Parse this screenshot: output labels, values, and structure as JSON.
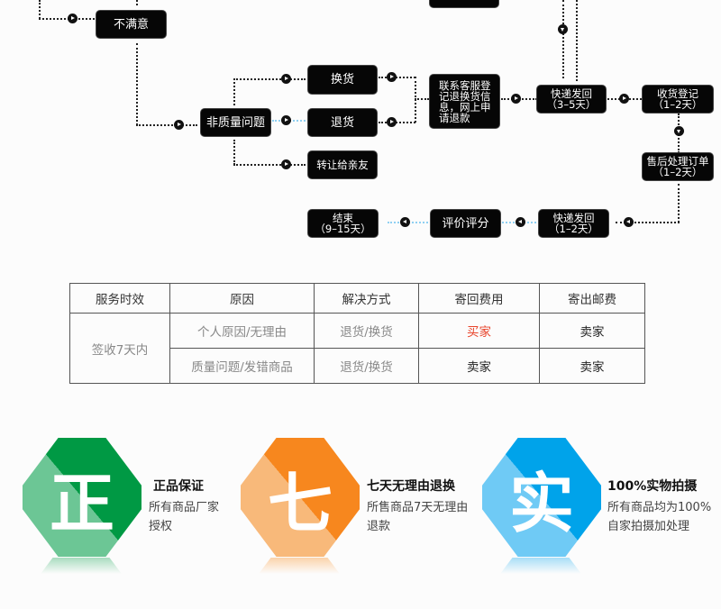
{
  "flow": {
    "unsatisfied": "不满意",
    "non_quality": "非质量问题",
    "exchange": "换货",
    "return": "退货",
    "transfer": "转让给亲友",
    "contact": "联系客服登\n记退换货信\n息，网上申\n请退款",
    "ship_back": "快递发回\n（3–5天）",
    "receive": "收货登记\n（1–2天）",
    "process": "售后处理订单\n（1–2天）",
    "ship_out": "快递发回\n（1–2天）",
    "rate": "评价评分",
    "end": "结束\n（9–15天）"
  },
  "table": {
    "headers": [
      "服务时效",
      "原因",
      "解决方式",
      "寄回费用",
      "寄出邮费"
    ],
    "period": "签收7天内",
    "rows": [
      {
        "reason": "个人原因/无理由",
        "solution": "退货/换货",
        "return_fee": "买家",
        "ship_fee": "卖家"
      },
      {
        "reason": "质量问题/发错商品",
        "solution": "退货/换货",
        "return_fee": "卖家",
        "ship_fee": "卖家"
      }
    ]
  },
  "badges": [
    {
      "glyph": "正",
      "title": "正品保证",
      "desc": "所有商品厂家授权",
      "light": "#6cc695",
      "dark": "#009944"
    },
    {
      "glyph": "七",
      "title": "七天无理由退换",
      "desc": "所售商品7天无理由退款",
      "light": "#f8b97a",
      "dark": "#f7871e"
    },
    {
      "glyph": "实",
      "title": "100%实物拍摄",
      "desc": "所有商品均为100%自家拍摄加处理",
      "light": "#6fcaf5",
      "dark": "#00a3ea"
    }
  ]
}
